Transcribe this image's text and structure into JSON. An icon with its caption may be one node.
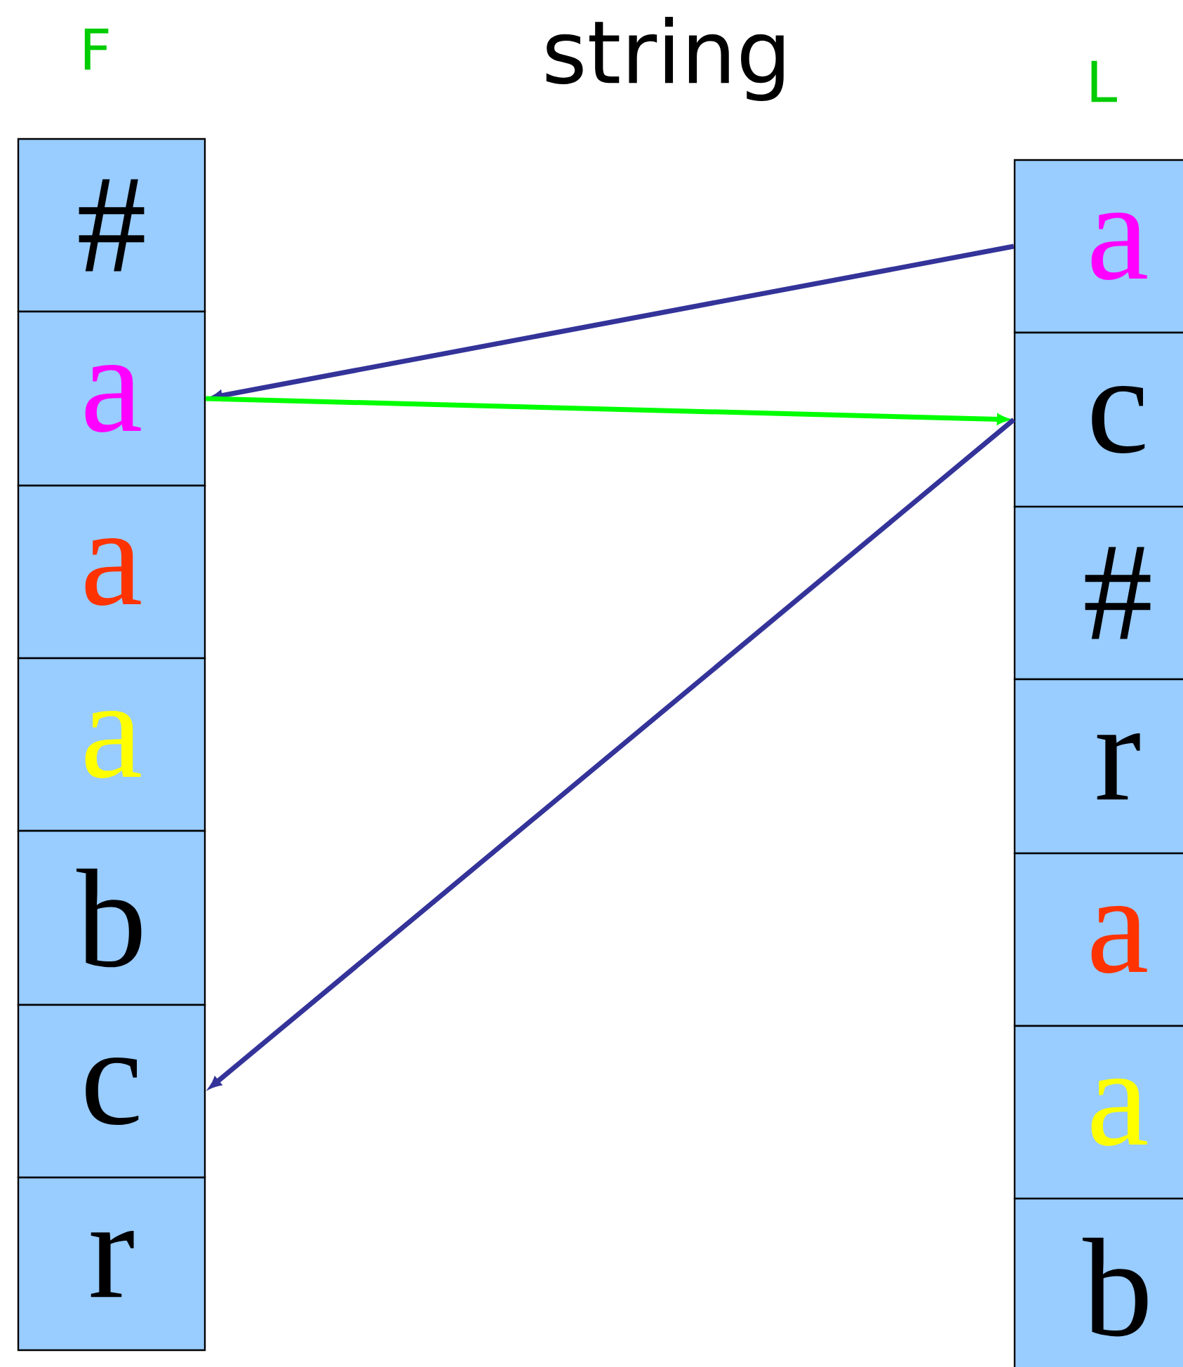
{
  "diagram": {
    "title": "string",
    "nodes": [
      {
        "text": [
          "#"
        ]
      },
      {
        "text": [
          "a"
        ]
      },
      {
        "text": [
          "a"
        ]
      },
      {
        "text": [
          "a"
        ]
      },
      {
        "text": [
          "b"
        ]
      },
      {
        "text": [
          "c"
        ]
      },
      {
        "text": [
          "r"
        ]
      },
      {
        "text": [
          "a"
        ]
      },
      {
        "text": [
          "c"
        ]
      },
      {
        "text": [
          "#"
        ]
      },
      {
        "text": [
          "r"
        ]
      },
      {
        "text": [
          "a"
        ]
      },
      {
        "text": [
          "a"
        ]
      },
      {
        "text": [
          "b"
        ]
      }
    ],
    "edges": [
      {
        "from": 7,
        "to": 1,
        "arrow": "to"
      },
      {
        "from": 1,
        "to": 8,
        "arrow": "to",
        "color": "#00ff00"
      },
      {
        "from": 8,
        "to": 5,
        "arrow": "to"
      }
    ],
    "labels": [
      "F",
      "L"
    ]
  }
}
